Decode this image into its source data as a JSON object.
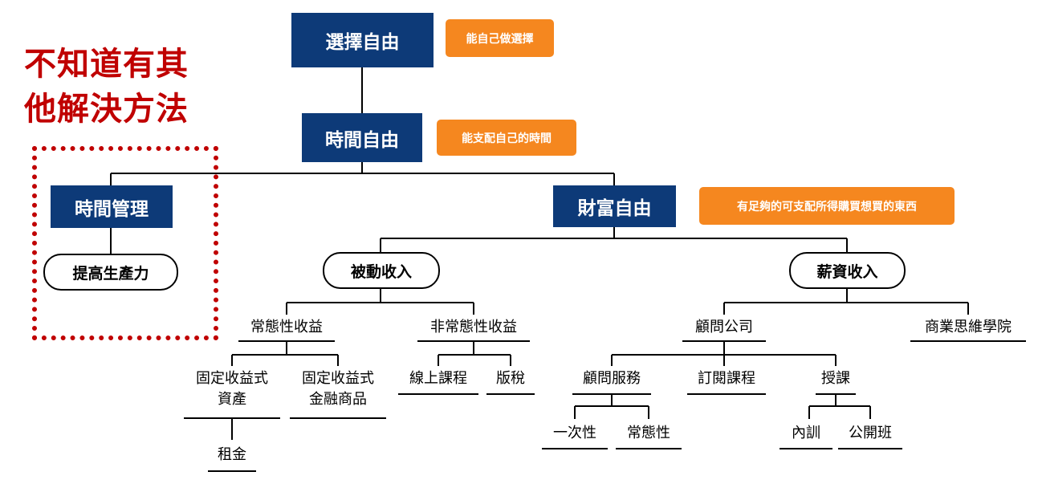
{
  "side_note": {
    "line1": "不知道有其",
    "line2": "他解決方法"
  },
  "nodes": {
    "choice_freedom": "選擇自由",
    "time_freedom": "時間自由",
    "time_management": "時間管理",
    "improve_productivity": "提高生產力",
    "wealth_freedom": "財富自由",
    "passive_income": "被動收入",
    "salary_income": "薪資收入",
    "recurring_income": "常態性收益",
    "non_recurring_income": "非常態性收益",
    "fixed_income_assets_line1": "固定收益式",
    "fixed_income_assets_line2": "資產",
    "fixed_income_products_line1": "固定收益式",
    "fixed_income_products_line2": "金融商品",
    "rent": "租金",
    "online_courses": "線上課程",
    "royalties": "版稅",
    "consulting_company": "顧問公司",
    "business_school": "商業思維學院",
    "consulting_services": "顧問服務",
    "subscription_courses": "訂閱課程",
    "teaching": "授課",
    "one_time": "一次性",
    "recurring": "常態性",
    "internal_training": "內訓",
    "public_class": "公開班"
  },
  "notes": {
    "choice_freedom": "能自己做選擇",
    "time_freedom": "能支配自己的時間",
    "wealth_freedom": "有足夠的可支配所得購買想買的東西"
  },
  "colors": {
    "navy": "#0d3a78",
    "orange": "#f5871f",
    "red": "#c00000"
  }
}
